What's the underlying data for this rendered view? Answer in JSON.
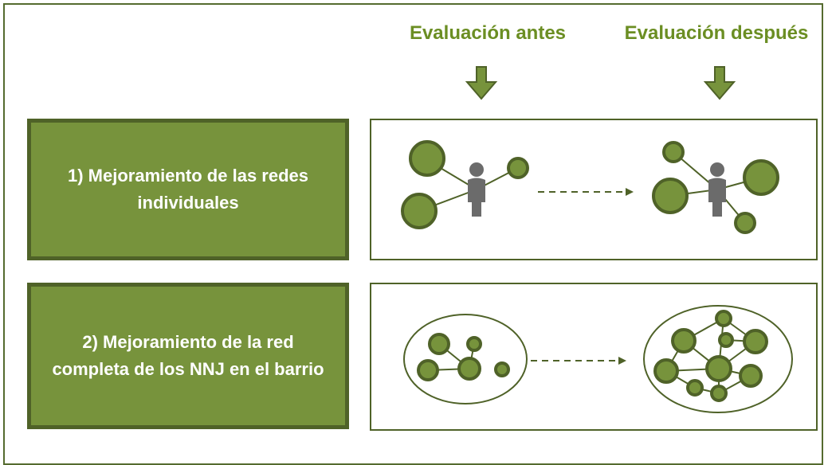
{
  "headings": {
    "before": "Evaluación antes",
    "after": "Evaluación después"
  },
  "rows": [
    {
      "label": "1) Mejoramiento de las redes individuales"
    },
    {
      "label": "2) Mejoramiento de la red completa de los NNJ en el barrio"
    }
  ],
  "colors": {
    "node_fill": "#77933c",
    "node_stroke": "#4f6228",
    "person": "#6b6b6b",
    "heading": "#6b8e23",
    "arrow": "#77933c"
  },
  "icons": {
    "down_arrow": "down-arrow-icon",
    "person": "person-icon",
    "dashed_arrow": "dashed-arrow-icon"
  }
}
